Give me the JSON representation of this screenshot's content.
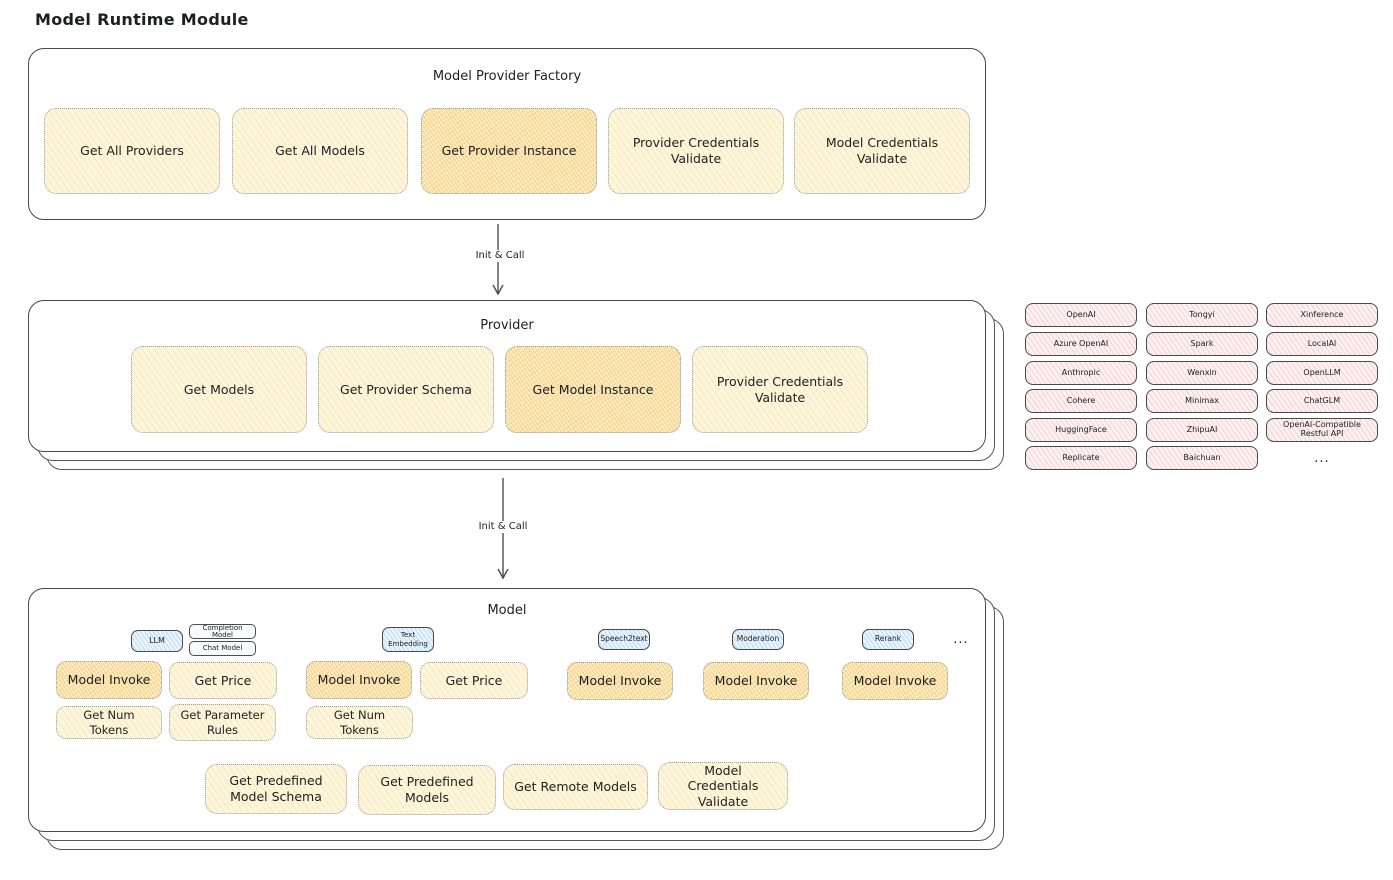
{
  "title": "Model Runtime Module",
  "arrows": {
    "first_label": "Init & Call",
    "second_label": "Init & Call"
  },
  "factory": {
    "title": "Model Provider Factory",
    "buttons": [
      {
        "label": "Get All Providers",
        "highlighted": false
      },
      {
        "label": "Get All Models",
        "highlighted": false
      },
      {
        "label": "Get Provider Instance",
        "highlighted": true
      },
      {
        "label": "Provider Credentials Validate",
        "highlighted": false
      },
      {
        "label": "Model Credentials Validate",
        "highlighted": false
      }
    ]
  },
  "provider": {
    "title": "Provider",
    "buttons": [
      {
        "label": "Get Models",
        "highlighted": false
      },
      {
        "label": "Get Provider Schema",
        "highlighted": false
      },
      {
        "label": "Get Model Instance",
        "highlighted": true
      },
      {
        "label": "Provider Credentials Validate",
        "highlighted": false
      }
    ]
  },
  "provider_catalog": {
    "rows": [
      [
        "OpenAI",
        "Tongyi",
        "Xinference"
      ],
      [
        "Azure OpenAI",
        "Spark",
        "LocalAI"
      ],
      [
        "Anthropic",
        "Wenxin",
        "OpenLLM"
      ],
      [
        "Cohere",
        "Minimax",
        "ChatGLM"
      ],
      [
        "HuggingFace",
        "ZhipuAI",
        "OpenAI-Compatible Restful API"
      ],
      [
        "Replicate",
        "Baichuan"
      ]
    ],
    "more": "..."
  },
  "model": {
    "title": "Model",
    "tabs": {
      "llm": "LLM",
      "completion_model": "Completion Model",
      "chat_model": "Chat Model",
      "text_embedding": "Text Embedding",
      "speech2text": "Speech2text",
      "moderation": "Moderation",
      "rerank": "Rerank",
      "more": "..."
    },
    "llm_buttons": {
      "model_invoke": "Model Invoke",
      "get_price": "Get Price",
      "get_num_tokens": "Get Num Tokens",
      "get_parameter_rules": "Get Parameter Rules"
    },
    "text_embedding_buttons": {
      "model_invoke": "Model Invoke",
      "get_price": "Get Price",
      "get_num_tokens": "Get Num Tokens"
    },
    "speech2text_buttons": {
      "model_invoke": "Model Invoke"
    },
    "moderation_buttons": {
      "model_invoke": "Model Invoke"
    },
    "rerank_buttons": {
      "model_invoke": "Model Invoke"
    },
    "shared_buttons": [
      "Get Predefined Model Schema",
      "Get Predefined Models",
      "Get Remote Models",
      "Model Credentials Validate"
    ]
  },
  "colors": {
    "highlight_fill": "#f8d999",
    "button_fill": "#fdf6dd",
    "catalog_fill": "#fdf2f1",
    "tab_fill": "#e9f4fc",
    "stroke": "#46494d"
  }
}
